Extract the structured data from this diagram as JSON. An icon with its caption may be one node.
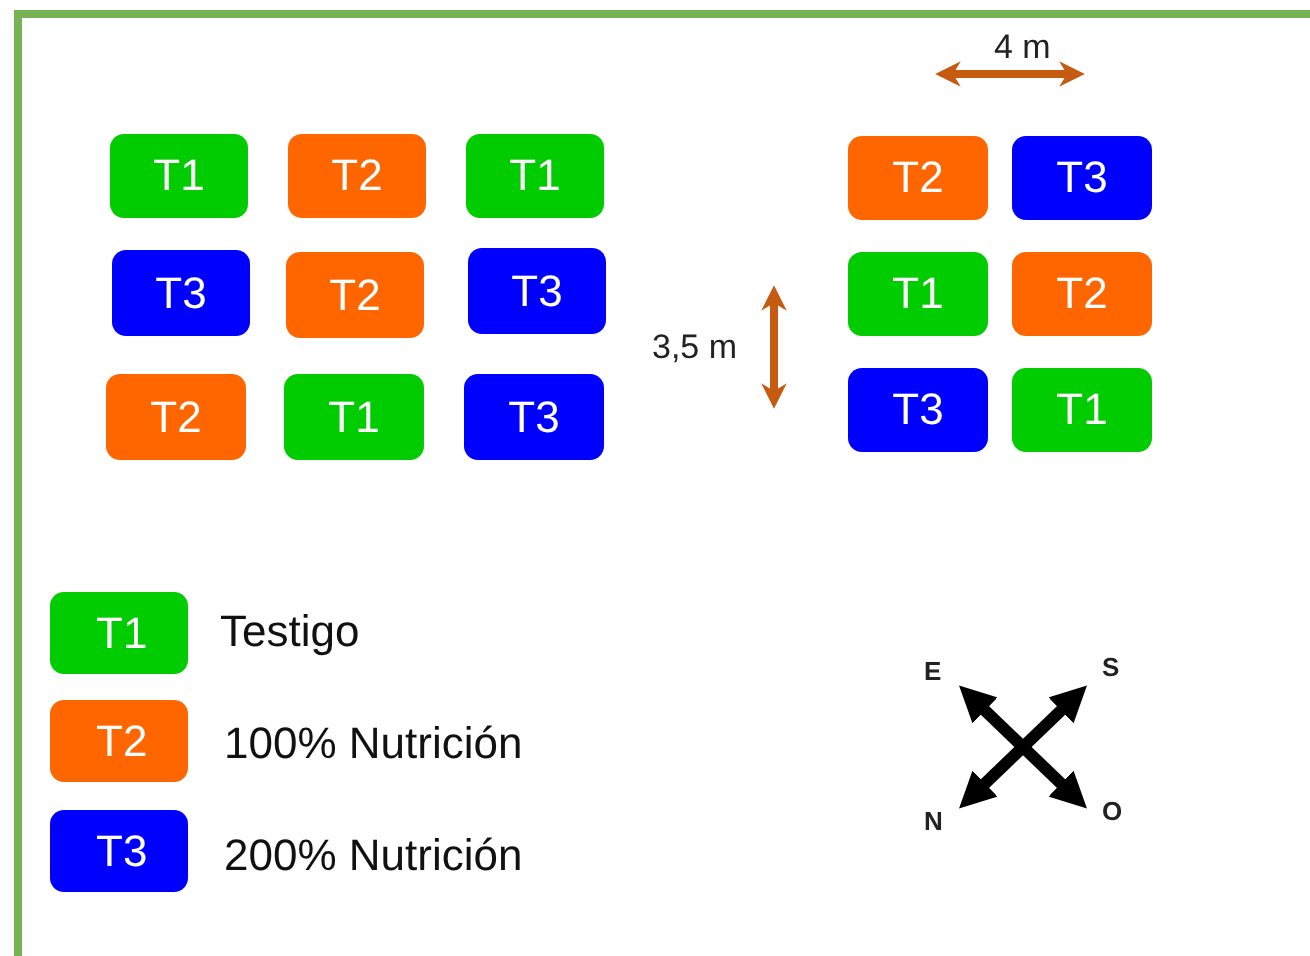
{
  "diagram": {
    "nodes": [
      {
        "text": [
          "T1"
        ]
      },
      {
        "text": [
          "T2"
        ]
      },
      {
        "text": [
          "T1"
        ]
      },
      {
        "text": [
          "T3"
        ]
      },
      {
        "text": [
          "T2"
        ]
      },
      {
        "text": [
          "T3"
        ]
      },
      {
        "text": [
          "T2"
        ]
      },
      {
        "text": [
          "T1"
        ]
      },
      {
        "text": [
          "T3"
        ]
      },
      {
        "text": [
          "T2"
        ]
      },
      {
        "text": [
          "T3"
        ]
      },
      {
        "text": [
          "T1"
        ]
      },
      {
        "text": [
          "T2"
        ]
      },
      {
        "text": [
          "T3"
        ]
      },
      {
        "text": [
          "T1"
        ]
      }
    ],
    "labels": [
      "4 m",
      "3,5 m",
      "T1",
      "T2",
      "T3",
      "E",
      "S",
      "N",
      "O"
    ],
    "legend": [
      {
        "text": "Testigo",
        "color": "#00cc00"
      },
      {
        "text": "100% Nutrición",
        "color": "#ff6600"
      },
      {
        "text": "200% Nutrición",
        "color": "#0000ff"
      }
    ]
  }
}
